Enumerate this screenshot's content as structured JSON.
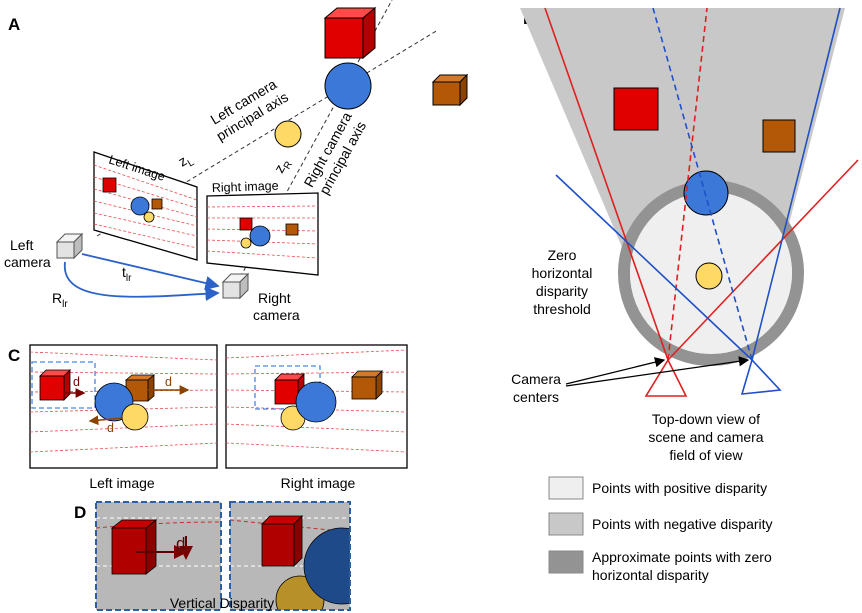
{
  "panels": {
    "a": "A",
    "b": "B",
    "c": "C",
    "d": "D"
  },
  "panel_a": {
    "left_image": "Left image",
    "right_image": "Right image",
    "left_axis_line1": "Left camera",
    "left_axis_line2": "principal axis",
    "right_axis_line1": "Right camera",
    "right_axis_line2": "principal axis",
    "z_left": "z",
    "z_left_sub": "L",
    "z_right": "z",
    "z_right_sub": "R",
    "left_camera_line1": "Left",
    "left_camera_line2": "camera",
    "right_camera_line1": "Right",
    "right_camera_line2": "camera",
    "translation": "t",
    "translation_sub": "lr",
    "rotation": "R",
    "rotation_sub": "lr"
  },
  "panel_b": {
    "threshold_line1": "Zero",
    "threshold_line2": "horizontal",
    "threshold_line3": "disparity",
    "threshold_line4": "threshold",
    "camera_centers_line1": "Camera",
    "camera_centers_line2": "centers",
    "caption_line1": "Top-down view of",
    "caption_line2": "scene and camera",
    "caption_line3": "field of view",
    "legend": [
      {
        "label": "Points with positive disparity",
        "color": "#efefef"
      },
      {
        "label": "Points with negative disparity",
        "color": "#c8c8c8"
      },
      {
        "label_line1": "Approximate points with zero",
        "label_line2": "horizontal disparity",
        "color": "#939393"
      }
    ]
  },
  "panel_c": {
    "left_caption": "Left image",
    "right_caption": "Right image",
    "disparity_label": "d"
  },
  "panel_d": {
    "caption": "Vertical Disparity",
    "disparity_label": "d"
  },
  "colors": {
    "red_cube": "#e00000",
    "orange_cube": "#b35806",
    "blue_sphere": "#3b78d8",
    "yellow_sphere": "#ffd966",
    "left_camera_ray": "#e02020",
    "right_camera_ray": "#2050c8"
  }
}
